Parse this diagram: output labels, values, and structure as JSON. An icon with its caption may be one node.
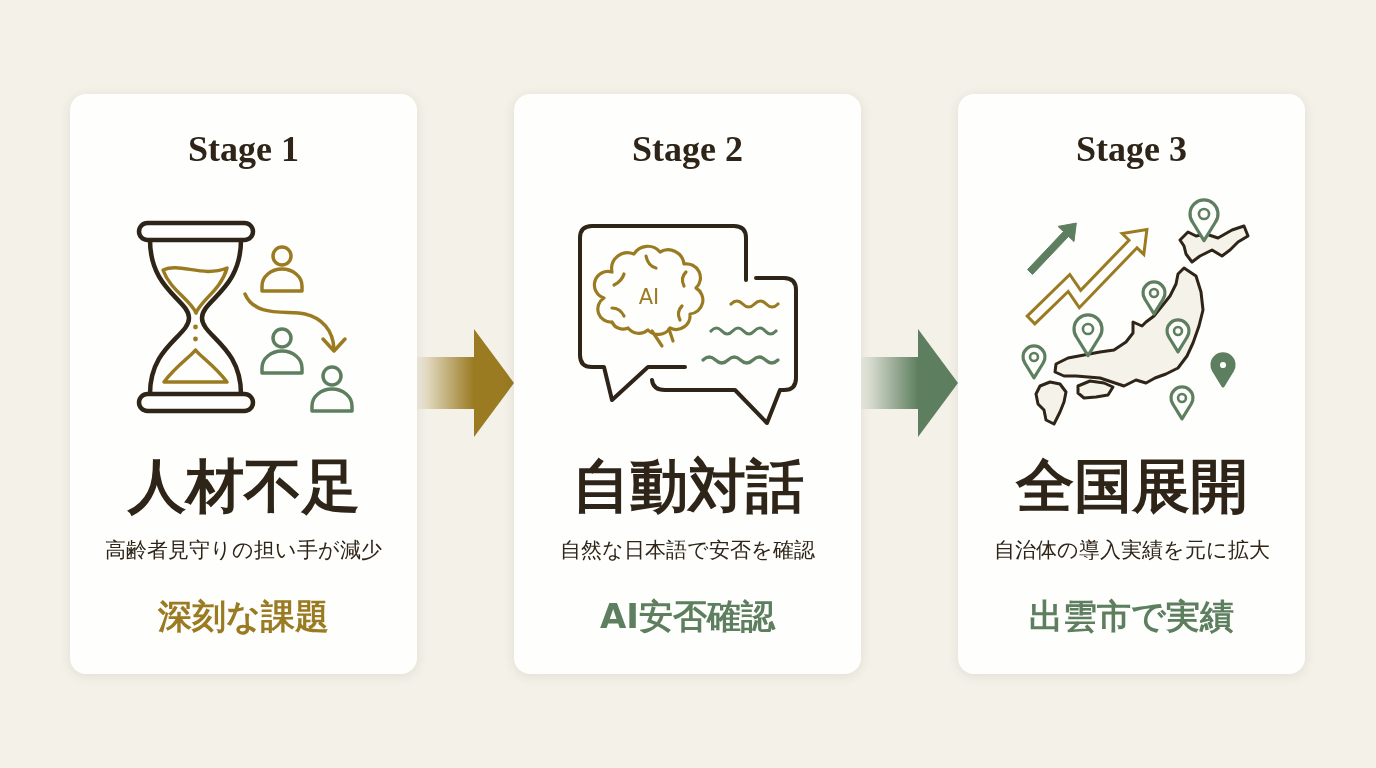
{
  "diagram": {
    "nodes": [
      {
        "text": [
          "Stage 1",
          "人材不足",
          "高齢者見守りの担い手が減少",
          "深刻な課題"
        ]
      },
      {
        "text": [
          "Stage 2",
          "自動対話",
          "自然な日本語で安否を確認",
          "AI安否確認"
        ]
      },
      {
        "text": [
          "Stage 3",
          "全国展開",
          "自治体の導入実績を元に拡大",
          "出雲市で実績"
        ]
      }
    ],
    "edges": [
      {
        "from": 0,
        "to": 1,
        "arrow": "to",
        "color": "#9a7b22"
      },
      {
        "from": 1,
        "to": 2,
        "arrow": "to",
        "color": "#5e7f5f"
      }
    ],
    "labels": [
      "AI"
    ]
  }
}
